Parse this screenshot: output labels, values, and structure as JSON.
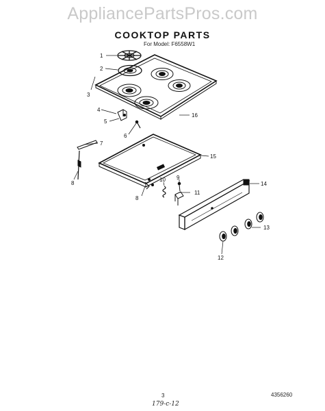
{
  "watermark": "AppliancePartsPros.com",
  "title": "COOKTOP PARTS",
  "subtitle": "For Model: F6558W1",
  "callouts": [
    "1",
    "2",
    "3",
    "4",
    "5",
    "6",
    "7",
    "8",
    "8",
    "9",
    "10",
    "11",
    "12",
    "13",
    "14",
    "15",
    "16"
  ],
  "footer": {
    "page_number": "3",
    "document_number": "4356260",
    "handwritten_note": "179-c-12"
  }
}
